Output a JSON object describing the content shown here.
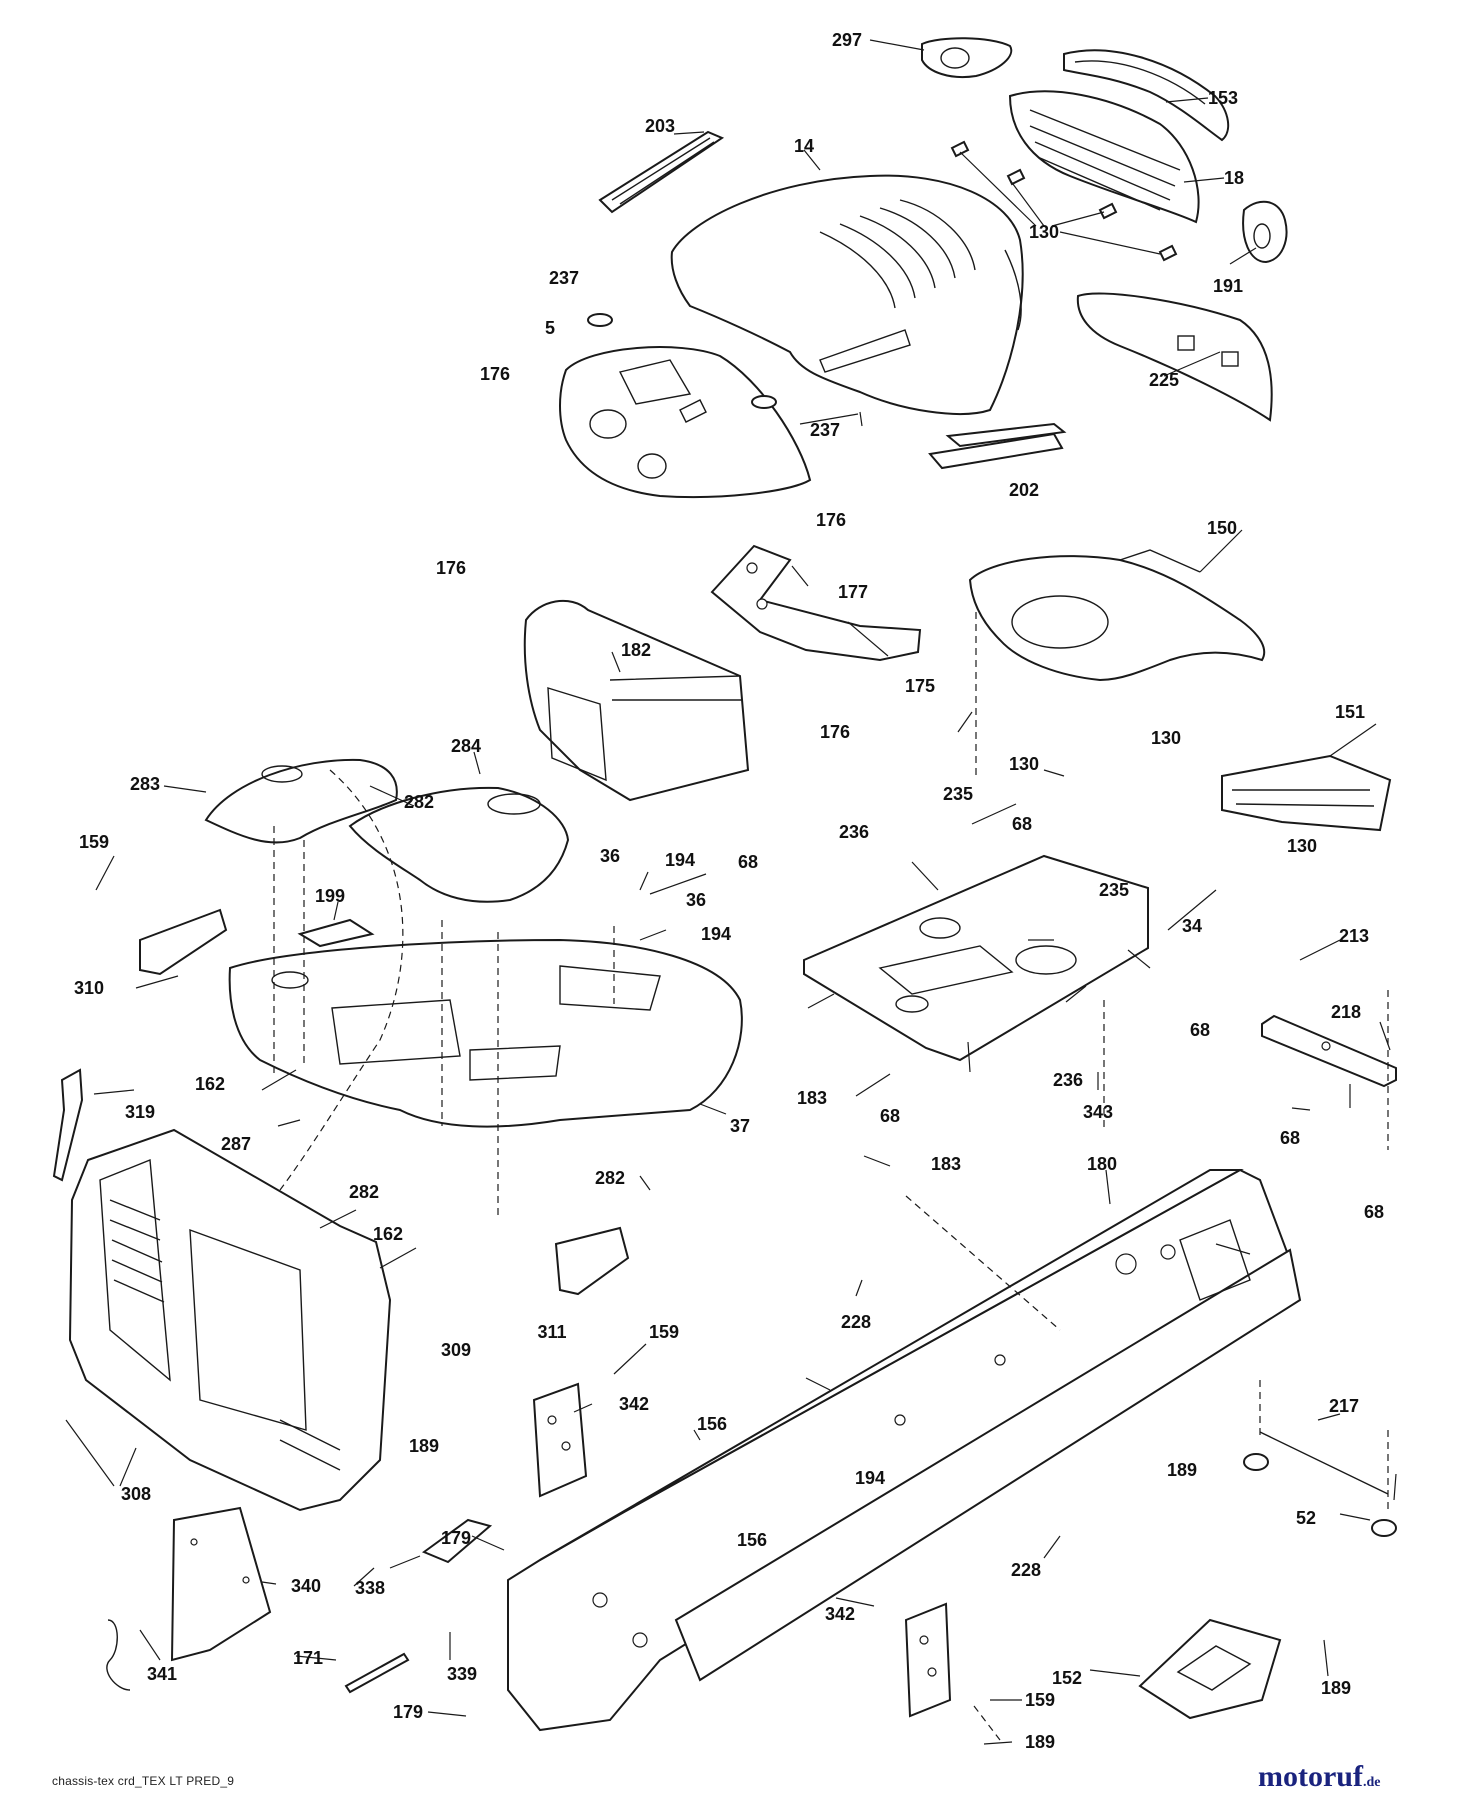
{
  "diagram": {
    "footer_code": "chassis-tex crd_TEX LT PRED_9",
    "watermark": {
      "name": "motoruf",
      "tld": ".de"
    },
    "callouts": [
      {
        "id": "c297",
        "label": "297"
      },
      {
        "id": "c153",
        "label": "153"
      },
      {
        "id": "c203",
        "label": "203"
      },
      {
        "id": "c14",
        "label": "14"
      },
      {
        "id": "c18",
        "label": "18"
      },
      {
        "id": "c130a",
        "label": "130"
      },
      {
        "id": "c191",
        "label": "191"
      },
      {
        "id": "c237a",
        "label": "237"
      },
      {
        "id": "c5",
        "label": "5"
      },
      {
        "id": "c176a",
        "label": "176"
      },
      {
        "id": "c225",
        "label": "225"
      },
      {
        "id": "c237b",
        "label": "237"
      },
      {
        "id": "c202",
        "label": "202"
      },
      {
        "id": "c176b",
        "label": "176"
      },
      {
        "id": "c150",
        "label": "150"
      },
      {
        "id": "c176c",
        "label": "176"
      },
      {
        "id": "c177",
        "label": "177"
      },
      {
        "id": "c182",
        "label": "182"
      },
      {
        "id": "c175",
        "label": "175"
      },
      {
        "id": "c176d",
        "label": "176"
      },
      {
        "id": "c130b",
        "label": "130"
      },
      {
        "id": "c130c",
        "label": "130"
      },
      {
        "id": "c151",
        "label": "151"
      },
      {
        "id": "c284",
        "label": "284"
      },
      {
        "id": "c283",
        "label": "283"
      },
      {
        "id": "c282a",
        "label": "282"
      },
      {
        "id": "c235a",
        "label": "235"
      },
      {
        "id": "c130d",
        "label": "130"
      },
      {
        "id": "c159a",
        "label": "159"
      },
      {
        "id": "c68a",
        "label": "68"
      },
      {
        "id": "c236a",
        "label": "236"
      },
      {
        "id": "c36a",
        "label": "36"
      },
      {
        "id": "c194a",
        "label": "194"
      },
      {
        "id": "c68b",
        "label": "68"
      },
      {
        "id": "c199",
        "label": "199"
      },
      {
        "id": "c36b",
        "label": "36"
      },
      {
        "id": "c235b",
        "label": "235"
      },
      {
        "id": "c194b",
        "label": "194"
      },
      {
        "id": "c34",
        "label": "34"
      },
      {
        "id": "c213",
        "label": "213"
      },
      {
        "id": "c310",
        "label": "310"
      },
      {
        "id": "c218",
        "label": "218"
      },
      {
        "id": "c68c",
        "label": "68"
      },
      {
        "id": "c162a",
        "label": "162"
      },
      {
        "id": "c236b",
        "label": "236"
      },
      {
        "id": "c183a",
        "label": "183"
      },
      {
        "id": "c68d",
        "label": "68"
      },
      {
        "id": "c343",
        "label": "343"
      },
      {
        "id": "c319",
        "label": "319"
      },
      {
        "id": "c37",
        "label": "37"
      },
      {
        "id": "c287",
        "label": "287"
      },
      {
        "id": "c183b",
        "label": "183"
      },
      {
        "id": "c68e",
        "label": "68"
      },
      {
        "id": "c180",
        "label": "180"
      },
      {
        "id": "c282b",
        "label": "282"
      },
      {
        "id": "c282c",
        "label": "282"
      },
      {
        "id": "c68f",
        "label": "68"
      },
      {
        "id": "c162b",
        "label": "162"
      },
      {
        "id": "c228a",
        "label": "228"
      },
      {
        "id": "c311",
        "label": "311"
      },
      {
        "id": "c159b",
        "label": "159"
      },
      {
        "id": "c309",
        "label": "309"
      },
      {
        "id": "c342a",
        "label": "342"
      },
      {
        "id": "c217",
        "label": "217"
      },
      {
        "id": "c189a",
        "label": "189"
      },
      {
        "id": "c156a",
        "label": "156"
      },
      {
        "id": "c194c",
        "label": "194"
      },
      {
        "id": "c189b",
        "label": "189"
      },
      {
        "id": "c52",
        "label": "52"
      },
      {
        "id": "c308",
        "label": "308"
      },
      {
        "id": "c179a",
        "label": "179"
      },
      {
        "id": "c156b",
        "label": "156"
      },
      {
        "id": "c228b",
        "label": "228"
      },
      {
        "id": "c340",
        "label": "340"
      },
      {
        "id": "c338",
        "label": "338"
      },
      {
        "id": "c342b",
        "label": "342"
      },
      {
        "id": "c171",
        "label": "171"
      },
      {
        "id": "c339",
        "label": "339"
      },
      {
        "id": "c341",
        "label": "341"
      },
      {
        "id": "c152",
        "label": "152"
      },
      {
        "id": "c189c",
        "label": "189"
      },
      {
        "id": "c159c",
        "label": "159"
      },
      {
        "id": "c179b",
        "label": "179"
      },
      {
        "id": "c189d",
        "label": "189"
      }
    ]
  }
}
